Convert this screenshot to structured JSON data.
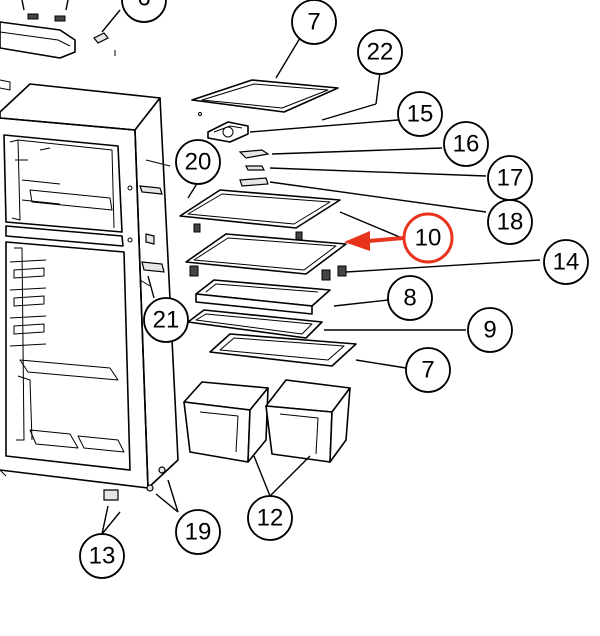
{
  "colors": {
    "highlight": "#e8341c",
    "line": "#000000",
    "background": "#ffffff"
  },
  "callouts": [
    {
      "id": "c6",
      "label": "6"
    },
    {
      "id": "c7a",
      "label": "7"
    },
    {
      "id": "c22",
      "label": "22"
    },
    {
      "id": "c15",
      "label": "15"
    },
    {
      "id": "c20",
      "label": "20"
    },
    {
      "id": "c16",
      "label": "16"
    },
    {
      "id": "c17",
      "label": "17"
    },
    {
      "id": "c18",
      "label": "18"
    },
    {
      "id": "c10",
      "label": "10",
      "highlighted": true
    },
    {
      "id": "c14",
      "label": "14"
    },
    {
      "id": "c8",
      "label": "8"
    },
    {
      "id": "c21",
      "label": "21"
    },
    {
      "id": "c9",
      "label": "9"
    },
    {
      "id": "c7b",
      "label": "7"
    },
    {
      "id": "c12",
      "label": "12"
    },
    {
      "id": "c19",
      "label": "19"
    },
    {
      "id": "c13",
      "label": "13"
    }
  ]
}
